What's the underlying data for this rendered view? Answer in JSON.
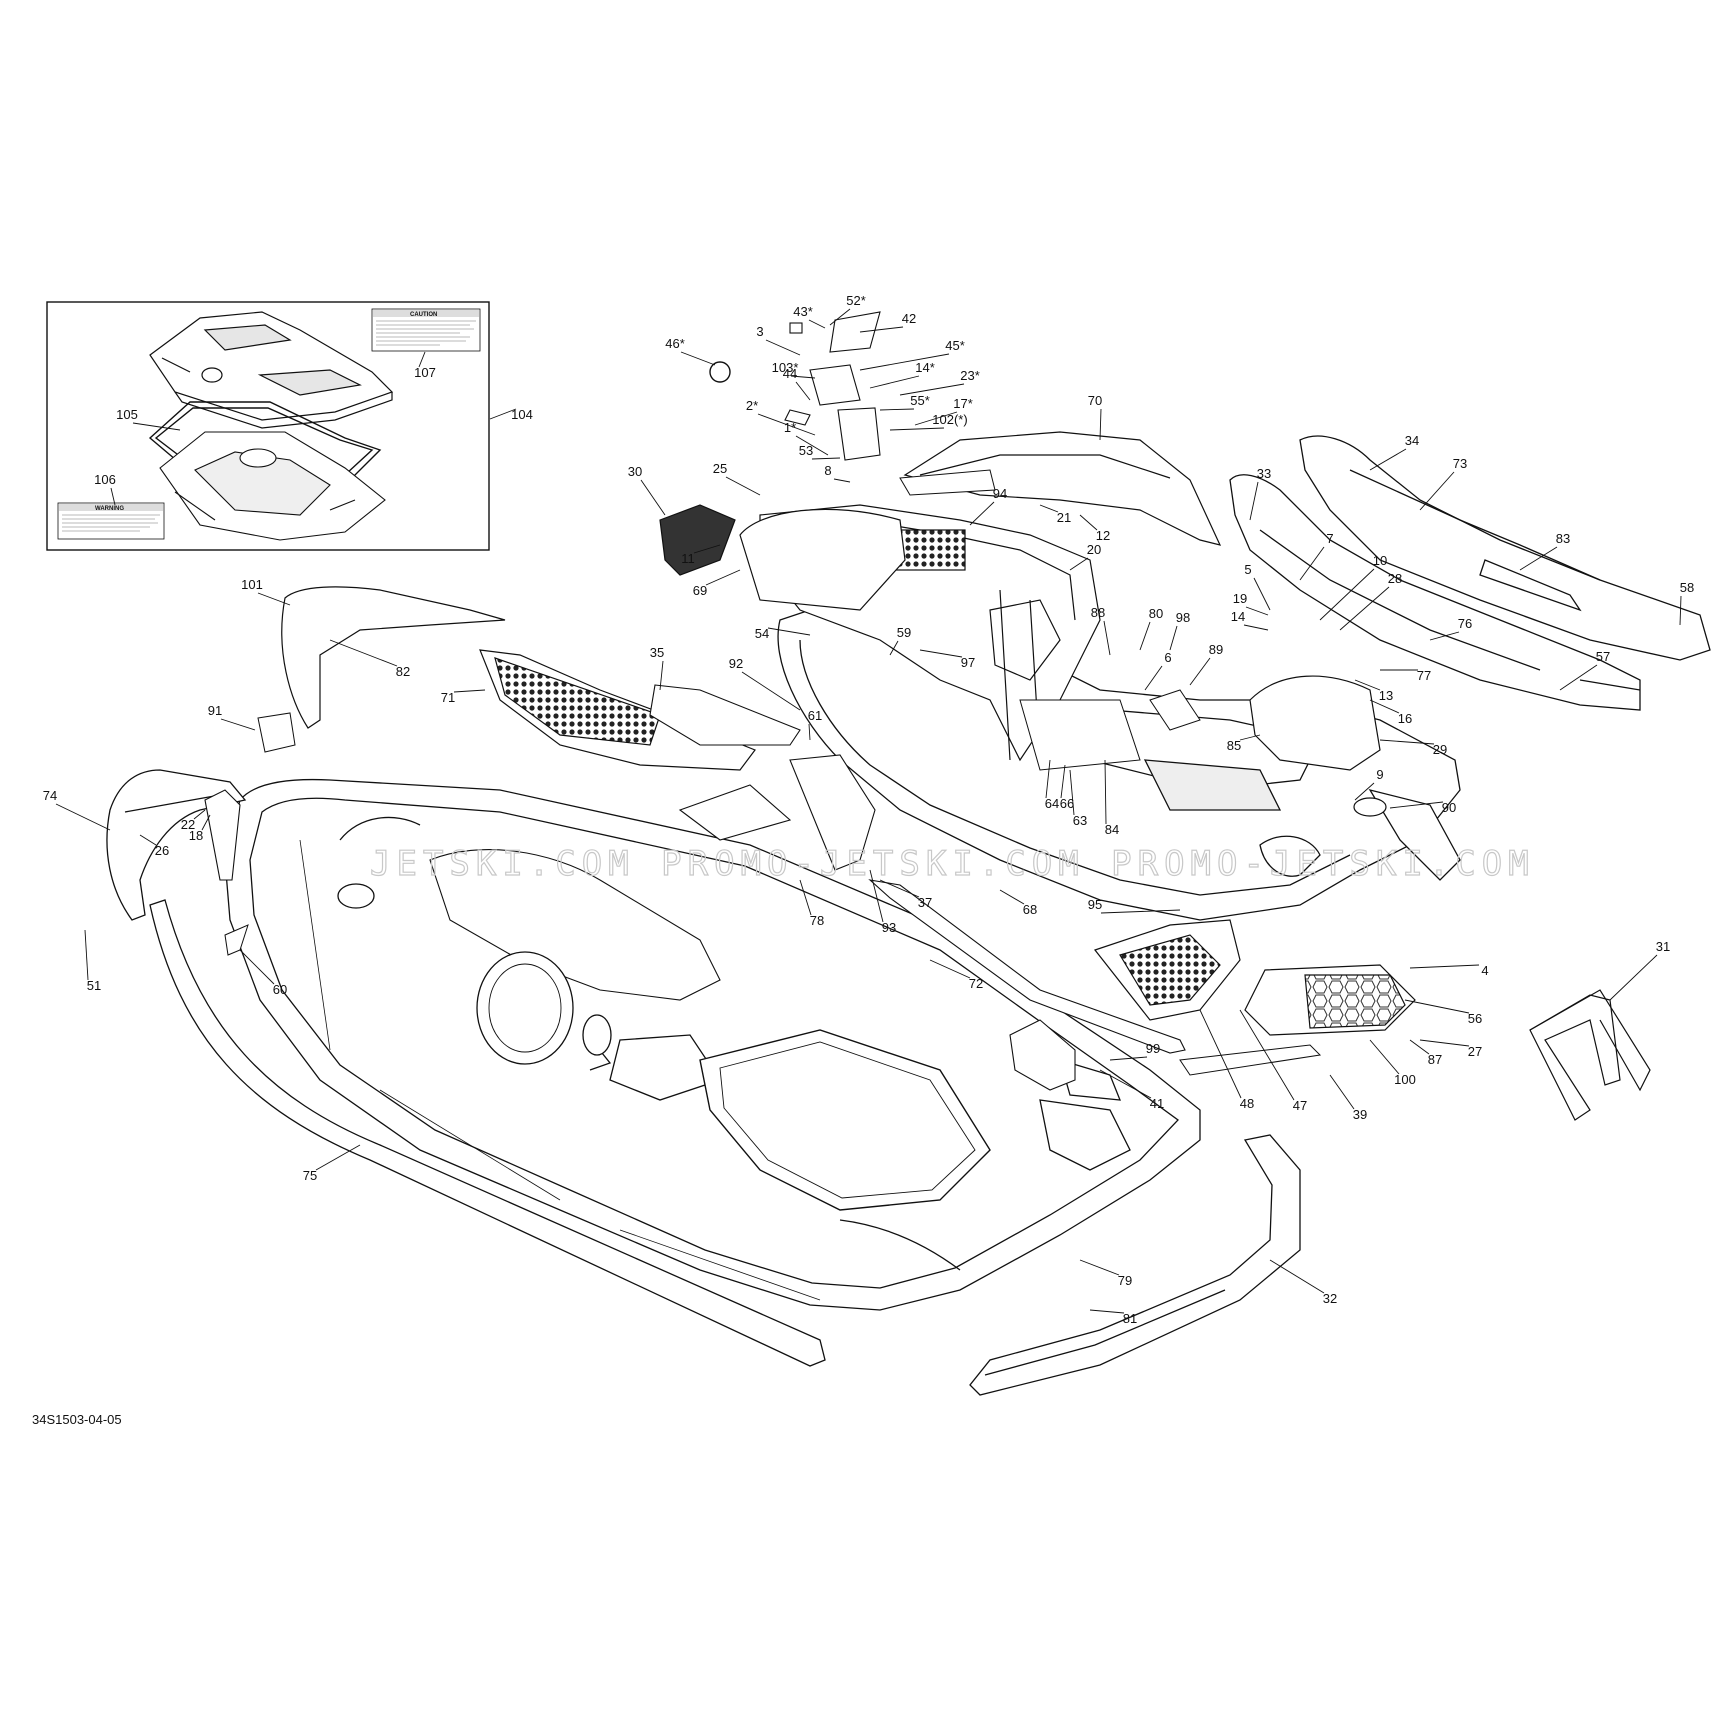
{
  "figure": {
    "reference_code": "34S1503-04-05",
    "watermark": "JETSKI.COM  PROMO-JETSKI.COM  PROMO-JETSKI.COM"
  },
  "inset": {
    "caution_title": "CAUTION",
    "warning_title": "WARNING"
  },
  "callouts": [
    "1*",
    "2*",
    "3",
    "4",
    "5",
    "6",
    "7",
    "8",
    "9",
    "10",
    "11",
    "12",
    "13",
    "14",
    "14*",
    "16",
    "17*",
    "18",
    "19",
    "20",
    "21",
    "22",
    "23*",
    "25",
    "26",
    "27",
    "28",
    "29",
    "30",
    "31",
    "32",
    "33",
    "34",
    "35",
    "37",
    "39",
    "41",
    "42",
    "43*",
    "44",
    "45*",
    "46*",
    "47",
    "48",
    "51",
    "52*",
    "53",
    "54",
    "55*",
    "56",
    "57",
    "58",
    "59",
    "60",
    "61",
    "63",
    "64",
    "66",
    "68",
    "69",
    "70",
    "71",
    "72",
    "73",
    "74",
    "75",
    "76",
    "77",
    "78",
    "79",
    "80",
    "81",
    "82",
    "83",
    "84",
    "85",
    "87",
    "88",
    "89",
    "90",
    "91",
    "92",
    "93",
    "94",
    "95",
    "97",
    "98",
    "99",
    "100",
    "101",
    "102(*)",
    "103*",
    "104",
    "105",
    "106",
    "107"
  ],
  "colors": {
    "line": "#111111",
    "fill": "#ffffff",
    "shade": "#dcdcdc",
    "watermark": "#c8c8c8"
  }
}
